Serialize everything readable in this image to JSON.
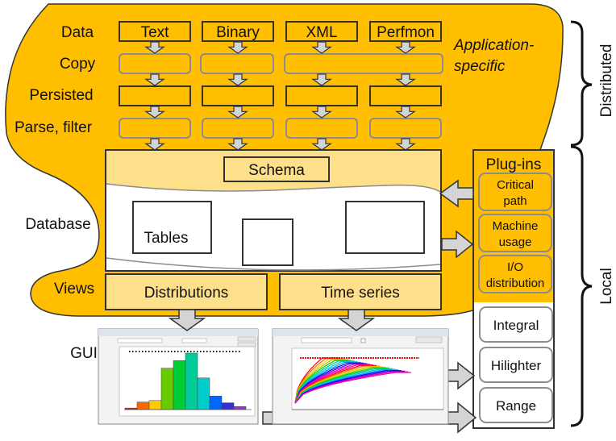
{
  "stages": {
    "data": "Data",
    "copy": "Copy",
    "persisted": "Persisted",
    "parse": "Parse, filter",
    "database": "Database",
    "views": "Views",
    "gui": "GUI"
  },
  "sources": [
    "Text",
    "Binary",
    "XML",
    "Perfmon"
  ],
  "app_specific": [
    "Application-",
    "specific"
  ],
  "schema": "Schema",
  "tables": "Tables",
  "views": [
    "Distributions",
    "Time series"
  ],
  "plugins": {
    "title": "Plug-ins",
    "items": [
      [
        "Critical",
        "path"
      ],
      [
        "Machine",
        "usage"
      ],
      [
        "I/O",
        "distribution"
      ]
    ]
  },
  "gui_tools": [
    "Integral",
    "Hilighter",
    "Range"
  ],
  "brackets": {
    "distributed": "Distributed",
    "local": "Local"
  },
  "colors": {
    "blob": "#FFBE00",
    "light": "#FFE08A",
    "outline": "#333333",
    "grey_box": "#8c8c8c",
    "arrow": "#d4d4d4"
  },
  "histogram": {
    "values": [
      2,
      10,
      12,
      55,
      65,
      75,
      42,
      18,
      9,
      4
    ],
    "colors": [
      "#cc2200",
      "#ff6600",
      "#ffcc00",
      "#66cc00",
      "#00cc33",
      "#00cc99",
      "#00cccc",
      "#0066ff",
      "#3333cc",
      "#9933cc"
    ]
  }
}
